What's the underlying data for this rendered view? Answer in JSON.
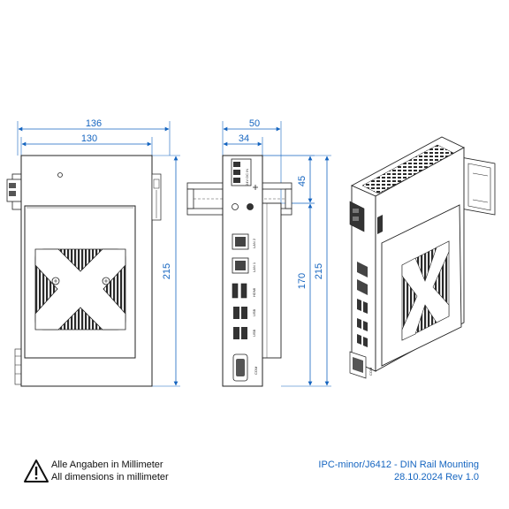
{
  "dimensions": {
    "front_width_outer": "136",
    "front_width_inner": "130",
    "front_height": "215",
    "side_depth_outer": "50",
    "side_depth_inner": "34",
    "rail_height": "45",
    "side_height_inner": "170",
    "side_height_outer": "215"
  },
  "port_labels": {
    "power": "24V DC IN",
    "lan2": "LAN 2",
    "lan1": "LAN 1",
    "hdmi": "HDMI",
    "usb_a": "USB",
    "usb_b": "USB",
    "com": "COM",
    "iso_com": "COM"
  },
  "footer": {
    "note_de": "Alle Angaben in Millimeter",
    "note_en": "All dimensions in millimeter",
    "title": "IPC-minor/J6412 - DIN Rail Mounting",
    "date_rev": "28.10.2024 Rev 1.0"
  },
  "colors": {
    "dimension": "#1565c0",
    "outline": "#222222",
    "fin": "#2a2a2a"
  }
}
